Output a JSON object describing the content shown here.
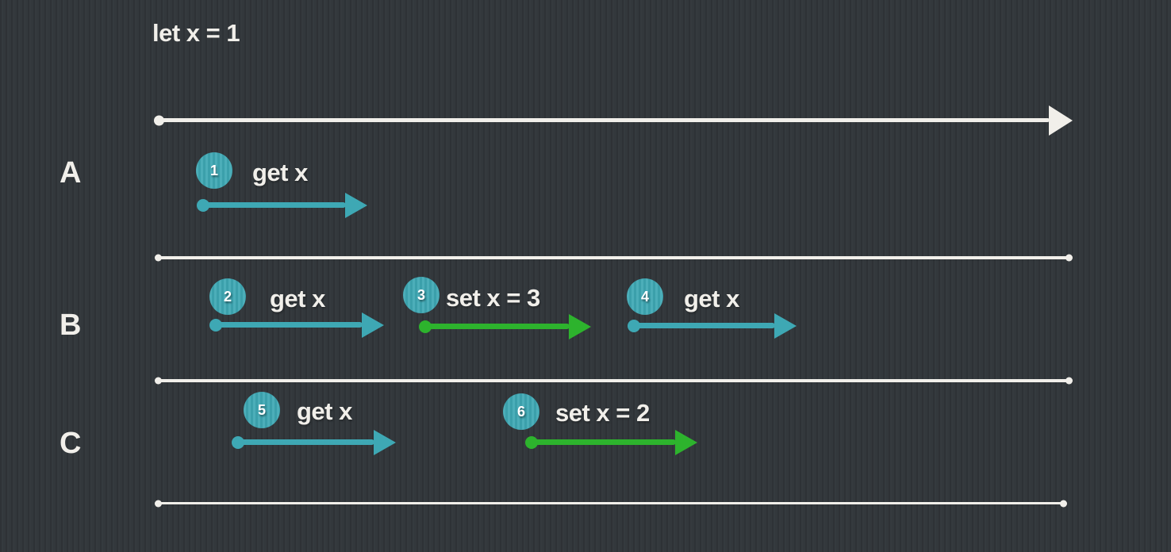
{
  "diagram": {
    "title": "let x = 1",
    "rows": [
      {
        "label": "A",
        "operations": [
          {
            "step": "1",
            "action": "get x",
            "kind": "get"
          }
        ]
      },
      {
        "label": "B",
        "operations": [
          {
            "step": "2",
            "action": "get x",
            "kind": "get"
          },
          {
            "step": "3",
            "action": "set x = 3",
            "kind": "set"
          },
          {
            "step": "4",
            "action": "get x",
            "kind": "get"
          }
        ]
      },
      {
        "label": "C",
        "operations": [
          {
            "step": "5",
            "action": "get x",
            "kind": "get"
          },
          {
            "step": "6",
            "action": "set x = 2",
            "kind": "set"
          }
        ]
      }
    ],
    "colors": {
      "background": "#33383c",
      "text": "#f1efea",
      "get_arrow": "#3ea8b4",
      "set_arrow": "#2db32d",
      "badge": "#3ea8b4",
      "line": "#f1efea"
    }
  }
}
